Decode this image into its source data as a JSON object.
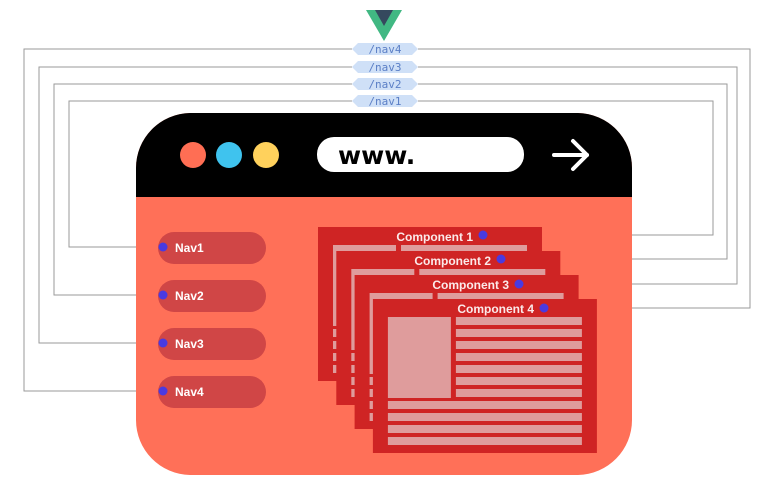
{
  "logo": {
    "name": "vue-logo",
    "colors": {
      "outer": "#41B883",
      "inner": "#35495E"
    }
  },
  "routes": [
    "/nav4",
    "/nav3",
    "/nav2",
    "/nav1"
  ],
  "browser": {
    "url": "www.",
    "go_icon": "arrow-right-icon",
    "window_dots": [
      "#FF6E54",
      "#3FC3EE",
      "#FFD15C"
    ],
    "header_color": "#000000",
    "body_color": "#FF7058"
  },
  "nav_items": [
    "Nav1",
    "Nav2",
    "Nav3",
    "Nav4"
  ],
  "components": [
    "Component 1",
    "Component 2",
    "Component 3",
    "Component 4"
  ],
  "colors": {
    "nav_pill": "#D04646",
    "card": "#CF2424",
    "placeholder": "#DF9C9C",
    "connector_dot": "#4A3AE0",
    "route_label_bg": "#CFE0F7"
  }
}
